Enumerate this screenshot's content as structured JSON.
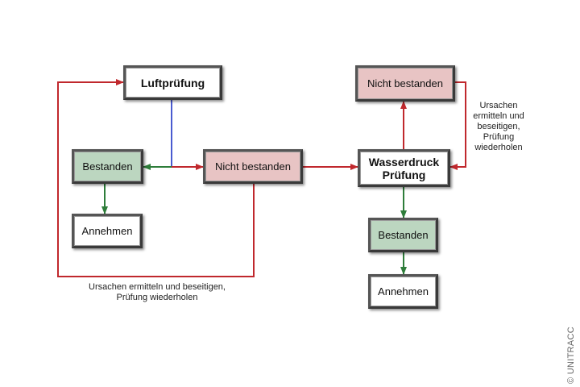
{
  "diagram": {
    "colors": {
      "fail_path": "#c0282d",
      "pass_path": "#2e7d3a",
      "test_link": "#4a5bd0",
      "pass_fill": "#bcd6c0",
      "fail_fill": "#e8c4c4",
      "neutral_fill": "#ffffff"
    },
    "nodes": {
      "luftpruefung": "Luftprüfung",
      "luft_bestanden": "Bestanden",
      "luft_nicht_bestanden": "Nicht bestanden",
      "luft_annehmen": "Annehmen",
      "wasserdruck_pruefung": "Wasserdruck Prüfung",
      "wasser_nicht_bestanden": "Nicht bestanden",
      "wasser_bestanden": "Bestanden",
      "wasser_annehmen": "Annehmen"
    },
    "labels": {
      "luft_retry": "Ursachen ermitteln und beseitigen,\nPrüfung wiederholen",
      "wasser_retry": "Ursachen\nermitteln und\nbeseitigen,\nPrüfung\nwiederholen"
    },
    "edges": [
      {
        "from": "luftpruefung",
        "to": "split",
        "type": "test_link"
      },
      {
        "from": "split",
        "to": "luft_bestanden",
        "type": "pass_path"
      },
      {
        "from": "split",
        "to": "luft_nicht_bestanden",
        "type": "fail_path"
      },
      {
        "from": "luft_bestanden",
        "to": "luft_annehmen",
        "type": "pass_path"
      },
      {
        "from": "luft_nicht_bestanden",
        "to": "luftpruefung",
        "type": "fail_path",
        "label": "luft_retry"
      },
      {
        "from": "luft_nicht_bestanden",
        "to": "wasserdruck_pruefung",
        "type": "fail_path"
      },
      {
        "from": "wasserdruck_pruefung",
        "to": "wasser_nicht_bestanden",
        "type": "fail_path"
      },
      {
        "from": "wasser_nicht_bestanden",
        "to": "wasserdruck_pruefung",
        "type": "fail_path",
        "label": "wasser_retry"
      },
      {
        "from": "wasserdruck_pruefung",
        "to": "wasser_bestanden",
        "type": "pass_path"
      },
      {
        "from": "wasser_bestanden",
        "to": "wasser_annehmen",
        "type": "pass_path"
      }
    ]
  },
  "copyright": "© UNITRACC"
}
